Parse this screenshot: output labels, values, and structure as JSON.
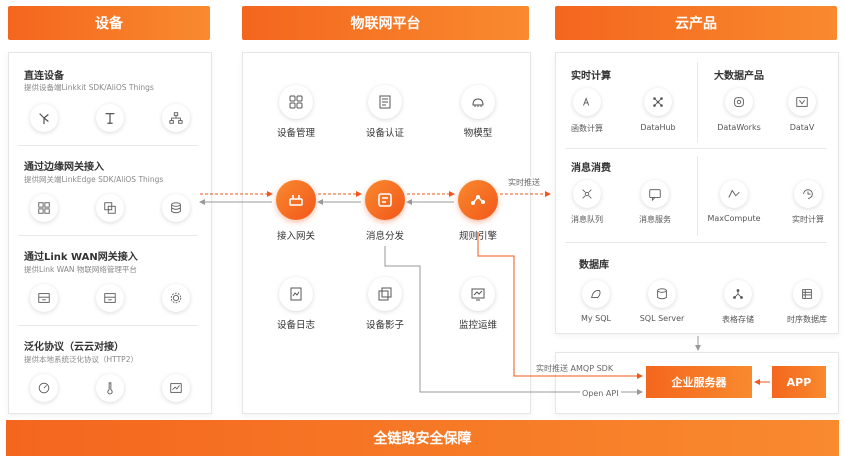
{
  "headers": {
    "devices": "设备",
    "iot_platform": "物联网平台",
    "cloud_products": "云产品"
  },
  "devices": {
    "direct": {
      "title": "直连设备",
      "subtitle": "提供设备端Linkkit SDK/AliOS Things"
    },
    "edge": {
      "title": "通过边缘网关接入",
      "subtitle": "提供网关端LinkEdge SDK/AliOS Things"
    },
    "wan": {
      "title": "通过Link WAN网关接入",
      "subtitle": "提供Link WAN 物联网络管理平台"
    },
    "generic": {
      "title": "泛化协议（云云对接）",
      "subtitle": "提供本地系统泛化协议（HTTP2）"
    }
  },
  "platform": {
    "device_mgmt": "设备管理",
    "device_auth": "设备认证",
    "thing_model": "物模型",
    "gateway": "接入网关",
    "msg_dist": "消息分发",
    "rule_engine": "规则引擎",
    "device_log": "设备日志",
    "device_shadow": "设备影子",
    "monitor_ops": "监控运维",
    "realtime_push": "实时推送"
  },
  "cloud": {
    "realtime_compute": {
      "title": "实时计算",
      "items": [
        "函数计算",
        "DataHub"
      ]
    },
    "bigdata": {
      "title": "大数据产品",
      "items": [
        "DataWorks",
        "DataV"
      ]
    },
    "messaging": {
      "title": "消息消费",
      "items": [
        "消息队列",
        "消息服务"
      ]
    },
    "compute": {
      "items": [
        "MaxCompute",
        "实时计算"
      ]
    },
    "database": {
      "title": "数据库",
      "items": [
        "My SQL",
        "SQL Server",
        "表格存储",
        "时序数据库"
      ]
    }
  },
  "bottom": {
    "push_sdk": "实时推送  AMQP SDK",
    "open_api": "Open API",
    "enterprise_server": "企业服务器",
    "app": "APP",
    "security": "全链路安全保障"
  }
}
